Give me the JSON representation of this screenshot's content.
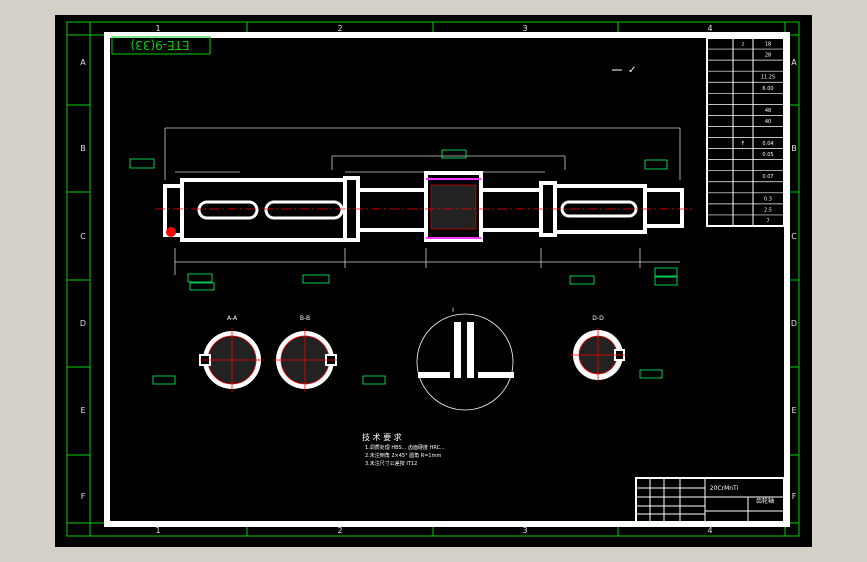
{
  "colors": {
    "outer_bg": "#d4d0c8",
    "canvas": "#000000",
    "grid_line": "#00d000",
    "grid_text": "#e0e0e0",
    "frame": "#ffffff",
    "part": "#ffffff",
    "section": "#ff0000",
    "dimension": "#d0d0d0",
    "callout_box": "#00ff66",
    "magenta": "#ff33ff"
  },
  "grid": {
    "columns": [
      "1",
      "2",
      "3",
      "4"
    ],
    "rows": [
      "A",
      "B",
      "C",
      "D",
      "E",
      "F"
    ]
  },
  "stamp_text": "ETE-9(33)",
  "roughness_mark": "✓",
  "param_table": {
    "rows": [
      [
        "",
        "z",
        "18"
      ],
      [
        "",
        "",
        "28"
      ],
      [
        "",
        "",
        ""
      ],
      [
        "",
        "",
        "11.25"
      ],
      [
        "",
        "",
        "6.00"
      ],
      [
        "",
        "",
        ""
      ],
      [
        "",
        "",
        "48"
      ],
      [
        "",
        "",
        "40"
      ],
      [
        "",
        "",
        ""
      ],
      [
        "",
        "F",
        "0.04"
      ],
      [
        "",
        "",
        "0.05"
      ],
      [
        "",
        "",
        ""
      ],
      [
        "",
        "",
        "0.07"
      ],
      [
        "",
        "",
        ""
      ],
      [
        "",
        "",
        "0.3"
      ],
      [
        "",
        "",
        "2.5"
      ],
      [
        "",
        "",
        "7"
      ]
    ]
  },
  "notes": {
    "title": "技 术 要 求",
    "lines": [
      "1.调质处理 HBS... 齿面硬度 HRC...",
      "2.未注倒角 2×45°  圆角 R=1mm",
      "3.未注尺寸公差按 IT12"
    ]
  },
  "title_block": {
    "name": "20CrMnTi",
    "drawing_no": "齿轮轴",
    "small_1": "",
    "small_2": ""
  },
  "sections": {
    "a_label": "A-A",
    "b_label": "B-B",
    "c_label": "I",
    "d_label": "D-D"
  }
}
